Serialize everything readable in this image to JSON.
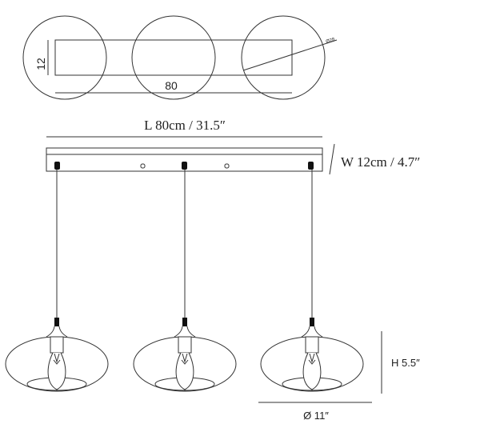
{
  "top_view": {
    "width_label": "12",
    "length_label": "80",
    "diameter_label": "Ø28"
  },
  "front_view": {
    "length_label": "L 80cm / 31.5″",
    "width_label": "W 12cm / 4.7″",
    "height_label": "H 5.5″",
    "diameter_label": "Ø 11″"
  },
  "colors": {
    "line": "#333333",
    "fill": "#111111"
  }
}
